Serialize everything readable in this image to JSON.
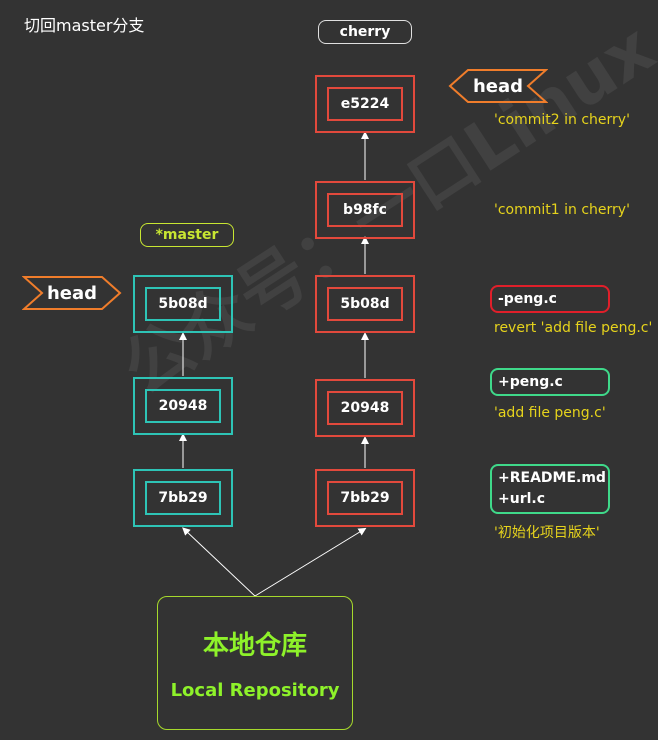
{
  "title": "切回master分支",
  "watermark": "公众号：一口Linux",
  "labels": {
    "cherry": "cherry",
    "master": "*master"
  },
  "head_label": "head",
  "left_commits": [
    "5b08d",
    "20948",
    "7bb29"
  ],
  "right_commits": [
    "e5224",
    "b98fc",
    "5b08d",
    "20948",
    "7bb29"
  ],
  "notes": {
    "commit2": "'commit2 in cherry'",
    "commit1": "'commit1 in cherry'",
    "revert": "revert 'add file peng.c'",
    "add": "'add  file peng.c'",
    "init": "'初始化项目版本'"
  },
  "files": {
    "removed": "-peng.c",
    "added": "+peng.c",
    "readme": "+README.md",
    "url": "+url.c"
  },
  "repo": {
    "cn": "本地仓库",
    "en": "Local Repository"
  }
}
